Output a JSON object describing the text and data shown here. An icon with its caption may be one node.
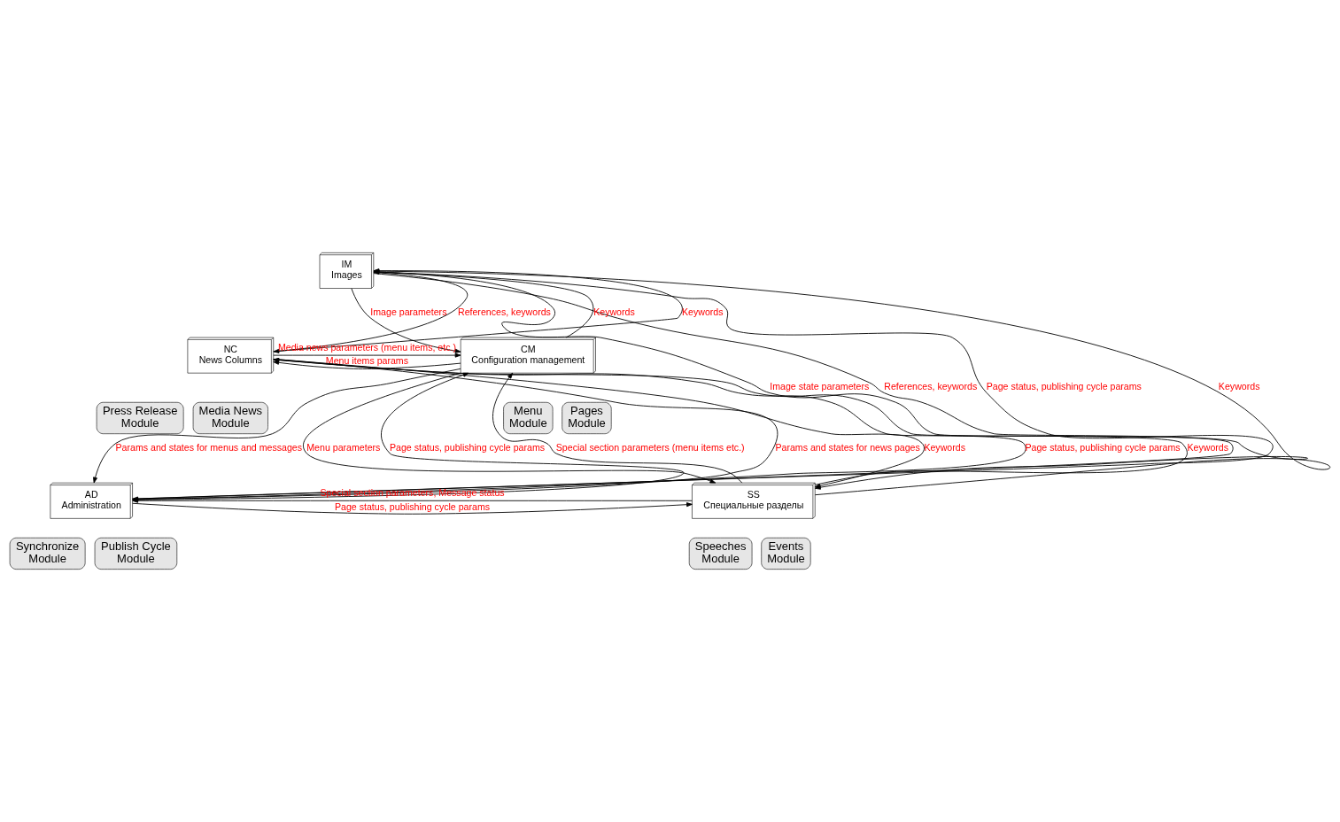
{
  "diagram": {
    "nodes": [
      {
        "text": [
          "IM",
          "Images"
        ]
      },
      {
        "text": [
          "CM",
          "Configuration management"
        ]
      },
      {
        "text": [
          "Menu",
          "Module"
        ]
      },
      {
        "text": [
          "Pages",
          "Module"
        ]
      },
      {
        "text": [
          "NC",
          "News Columns"
        ]
      },
      {
        "text": [
          "Press Release",
          "Module"
        ]
      },
      {
        "text": [
          "Media News",
          "Module"
        ]
      },
      {
        "text": [
          "AD",
          "Administration"
        ]
      },
      {
        "text": [
          "Synchronize",
          "Module"
        ]
      },
      {
        "text": [
          "Publish Cycle",
          "Module"
        ]
      },
      {
        "text": [
          "SS",
          "Специальные разделы"
        ]
      },
      {
        "text": [
          "Speeches",
          "Module"
        ]
      },
      {
        "text": [
          "Events",
          "Module"
        ]
      }
    ],
    "edges": [
      {
        "from": 7,
        "to": 0,
        "arrow": "to",
        "label": "Page status, publishing cycle params"
      },
      {
        "from": 4,
        "to": 0,
        "arrow": "to",
        "label": "Keywords"
      },
      {
        "from": 0,
        "to": 4,
        "arrow": "to",
        "label": "References, keywords"
      },
      {
        "from": 0,
        "to": 7,
        "arrow": "to",
        "label": "Image state parameters"
      },
      {
        "from": 0,
        "to": 1,
        "arrow": "to",
        "label": "Image parameters"
      },
      {
        "from": 1,
        "to": 0,
        "arrow": "to",
        "label": "Keywords"
      },
      {
        "from": 4,
        "to": 1,
        "arrow": "to",
        "label": "Media news parameters (menu items, etc.)"
      },
      {
        "from": 7,
        "to": 1,
        "arrow": "to",
        "label": "Page status, publishing cycle params"
      },
      {
        "from": 1,
        "to": 7,
        "arrow": "to",
        "label": "Params and states for menus and messages"
      },
      {
        "from": 1,
        "to": 4,
        "arrow": "to",
        "label": "Menu items params"
      },
      {
        "from": 10,
        "to": 4,
        "arrow": "to",
        "label": "Keywords"
      },
      {
        "from": 4,
        "to": 10,
        "arrow": "to",
        "label": "Keywords"
      },
      {
        "from": 0,
        "to": 10,
        "arrow": "to",
        "label": "References, keywords"
      },
      {
        "from": 10,
        "to": 0,
        "arrow": "to",
        "label": "Keywords"
      },
      {
        "from": 10,
        "to": 7,
        "arrow": "to",
        "label": "Special section parameters, Message status"
      },
      {
        "from": 7,
        "to": 10,
        "arrow": "to",
        "label": "Page status, publishing cycle params"
      },
      {
        "from": 1,
        "to": 10,
        "arrow": "to",
        "label": "Menu parameters"
      },
      {
        "from": 10,
        "to": 1,
        "arrow": "to",
        "label": "Special section parameters (menu items etc.)"
      },
      {
        "from": 7,
        "to": 4,
        "arrow": "to",
        "label": "Page status, publishing cycle params"
      },
      {
        "from": 4,
        "to": 7,
        "arrow": "to",
        "label": "Params and states for news pages"
      }
    ]
  }
}
